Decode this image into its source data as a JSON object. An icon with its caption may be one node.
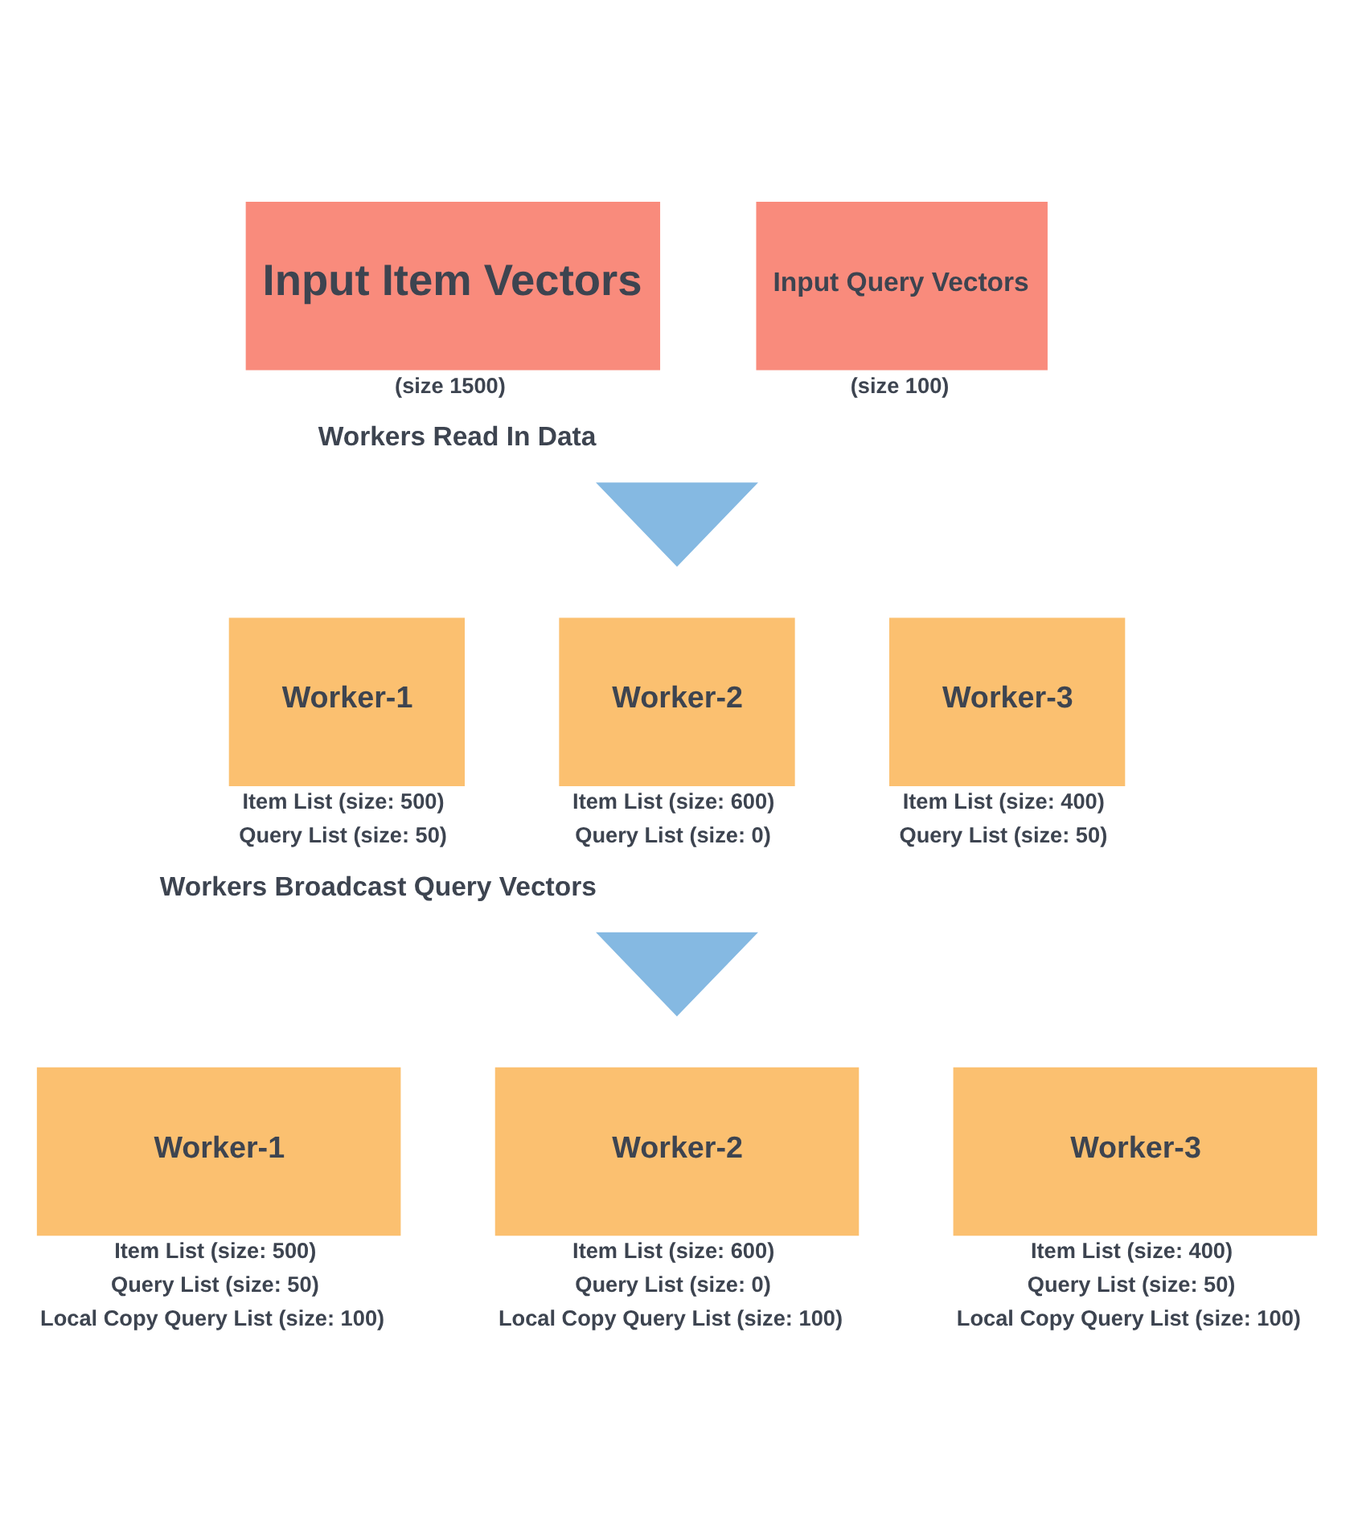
{
  "diagram": {
    "nodes": [
      {
        "text": [
          "Input Item Vectors"
        ],
        "beside": [
          "(size 1500)"
        ]
      },
      {
        "text": [
          "Input Query Vectors"
        ],
        "beside": [
          "(size 100)"
        ]
      },
      {
        "text": [],
        "shape": "arrow",
        "beside": [
          "Workers Read In Data"
        ]
      },
      {
        "text": [
          "Worker-1"
        ],
        "beside": [
          "Item List (size: 500)",
          "Query List (size: 50)"
        ]
      },
      {
        "text": [
          "Worker-2"
        ],
        "beside": [
          "Item List (size: 600)",
          "Query List (size: 0)"
        ]
      },
      {
        "text": [
          "Worker-3"
        ],
        "beside": [
          "Item List (size: 400)",
          "Query List (size: 50)"
        ]
      },
      {
        "text": [],
        "shape": "arrow",
        "beside": [
          "Workers Broadcast Query Vectors"
        ]
      },
      {
        "text": [
          "Worker-1"
        ],
        "beside": [
          "Item List (size: 500)",
          "Query List (size: 50)",
          "Local Copy Query List (size: 100)"
        ]
      },
      {
        "text": [
          "Worker-2"
        ],
        "beside": [
          "Item List (size: 600)",
          "Query List (size: 0)",
          "Local Copy Query List (size: 100)"
        ]
      },
      {
        "text": [
          "Worker-3"
        ],
        "beside": [
          "Item List (size: 400)",
          "Query List (size: 50)",
          "Local Copy Query List (size: 100)"
        ]
      }
    ],
    "edges": []
  }
}
